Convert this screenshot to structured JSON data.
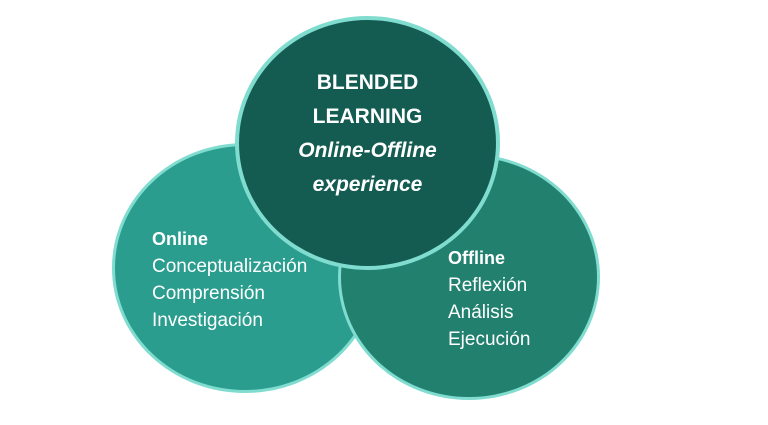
{
  "center": {
    "line1": "BLENDED",
    "line2": "LEARNING",
    "line3": "Online-Offline",
    "line4": "experience"
  },
  "online": {
    "heading": "Online",
    "items": [
      "Conceptualización",
      "Comprensión",
      "Investigación"
    ]
  },
  "offline": {
    "heading": "Offline",
    "items": [
      "Reflexión",
      "Análisis",
      "Ejecución"
    ]
  },
  "colors": {
    "online_circle": "#2a9d8f",
    "offline_circle": "#22806f",
    "center_circle": "#145c52",
    "outline": "#7fdccf",
    "text": "#ffffff"
  }
}
